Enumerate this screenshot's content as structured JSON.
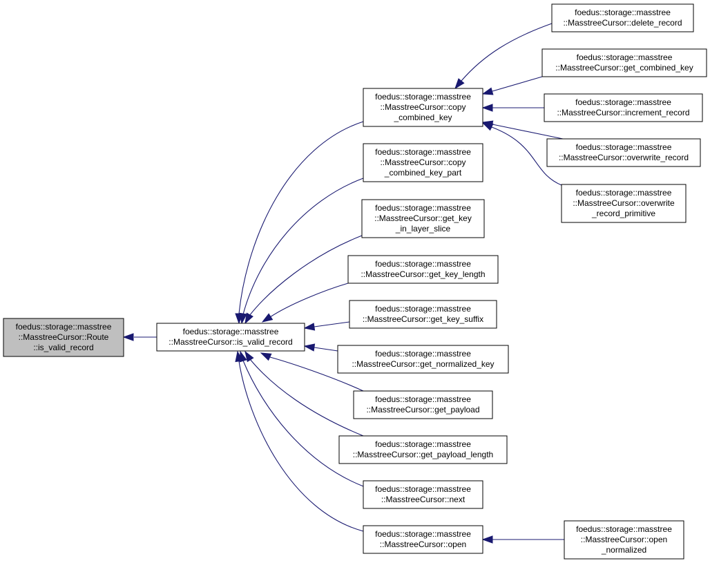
{
  "diagram": {
    "edge_color": "#191970",
    "root_fill": "#bfbfbf",
    "nodes": [
      {
        "id": "route_is_valid_record",
        "lines": [
          "foedus::storage::masstree",
          "::MasstreeCursor::Route",
          "::is_valid_record"
        ]
      },
      {
        "id": "is_valid_record",
        "lines": [
          "foedus::storage::masstree",
          "::MasstreeCursor::is_valid_record"
        ]
      },
      {
        "id": "copy_combined_key",
        "lines": [
          "foedus::storage::masstree",
          "::MasstreeCursor::copy",
          "_combined_key"
        ]
      },
      {
        "id": "copy_combined_key_part",
        "lines": [
          "foedus::storage::masstree",
          "::MasstreeCursor::copy",
          "_combined_key_part"
        ]
      },
      {
        "id": "get_key_in_layer_slice",
        "lines": [
          "foedus::storage::masstree",
          "::MasstreeCursor::get_key",
          "_in_layer_slice"
        ]
      },
      {
        "id": "get_key_length",
        "lines": [
          "foedus::storage::masstree",
          "::MasstreeCursor::get_key_length"
        ]
      },
      {
        "id": "get_key_suffix",
        "lines": [
          "foedus::storage::masstree",
          "::MasstreeCursor::get_key_suffix"
        ]
      },
      {
        "id": "get_normalized_key",
        "lines": [
          "foedus::storage::masstree",
          "::MasstreeCursor::get_normalized_key"
        ]
      },
      {
        "id": "get_payload",
        "lines": [
          "foedus::storage::masstree",
          "::MasstreeCursor::get_payload"
        ]
      },
      {
        "id": "get_payload_length",
        "lines": [
          "foedus::storage::masstree",
          "::MasstreeCursor::get_payload_length"
        ]
      },
      {
        "id": "next",
        "lines": [
          "foedus::storage::masstree",
          "::MasstreeCursor::next"
        ]
      },
      {
        "id": "open",
        "lines": [
          "foedus::storage::masstree",
          "::MasstreeCursor::open"
        ]
      },
      {
        "id": "delete_record",
        "lines": [
          "foedus::storage::masstree",
          "::MasstreeCursor::delete_record"
        ]
      },
      {
        "id": "get_combined_key",
        "lines": [
          "foedus::storage::masstree",
          "::MasstreeCursor::get_combined_key"
        ]
      },
      {
        "id": "increment_record",
        "lines": [
          "foedus::storage::masstree",
          "::MasstreeCursor::increment_record"
        ]
      },
      {
        "id": "overwrite_record",
        "lines": [
          "foedus::storage::masstree",
          "::MasstreeCursor::overwrite_record"
        ]
      },
      {
        "id": "overwrite_record_primitive",
        "lines": [
          "foedus::storage::masstree",
          "::MasstreeCursor::overwrite",
          "_record_primitive"
        ]
      },
      {
        "id": "open_normalized",
        "lines": [
          "foedus::storage::masstree",
          "::MasstreeCursor::open",
          "_normalized"
        ]
      }
    ],
    "edges": [
      {
        "from": "is_valid_record",
        "to": "route_is_valid_record"
      },
      {
        "from": "copy_combined_key",
        "to": "is_valid_record"
      },
      {
        "from": "copy_combined_key_part",
        "to": "is_valid_record"
      },
      {
        "from": "get_key_in_layer_slice",
        "to": "is_valid_record"
      },
      {
        "from": "get_key_length",
        "to": "is_valid_record"
      },
      {
        "from": "get_key_suffix",
        "to": "is_valid_record"
      },
      {
        "from": "get_normalized_key",
        "to": "is_valid_record"
      },
      {
        "from": "get_payload",
        "to": "is_valid_record"
      },
      {
        "from": "get_payload_length",
        "to": "is_valid_record"
      },
      {
        "from": "next",
        "to": "is_valid_record"
      },
      {
        "from": "open",
        "to": "is_valid_record"
      },
      {
        "from": "delete_record",
        "to": "copy_combined_key"
      },
      {
        "from": "get_combined_key",
        "to": "copy_combined_key"
      },
      {
        "from": "increment_record",
        "to": "copy_combined_key"
      },
      {
        "from": "overwrite_record",
        "to": "copy_combined_key"
      },
      {
        "from": "overwrite_record_primitive",
        "to": "copy_combined_key"
      },
      {
        "from": "open_normalized",
        "to": "open"
      }
    ]
  }
}
